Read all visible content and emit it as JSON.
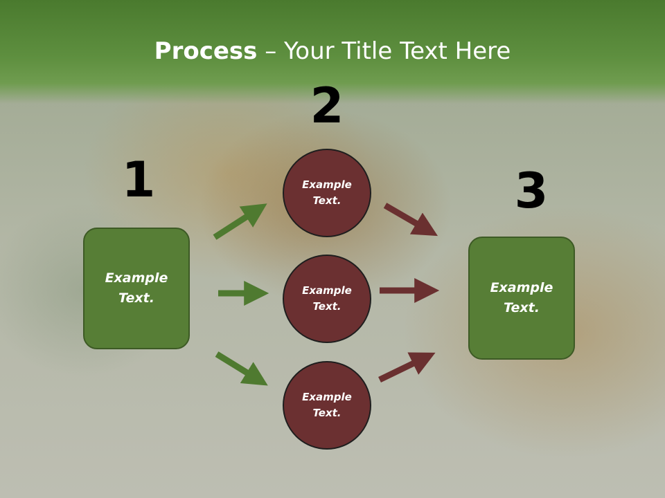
{
  "title": {
    "bold": "Process",
    "dash": " – ",
    "rest": "Your Title Text Here"
  },
  "numbers": {
    "one": "1",
    "two": "2",
    "three": "3"
  },
  "left_box": {
    "label": "Example Text."
  },
  "right_box": {
    "label": "Example Text."
  },
  "circles": [
    {
      "label": "Example Text."
    },
    {
      "label": "Example Text."
    },
    {
      "label": "Example Text."
    }
  ],
  "colors": {
    "header_green": "#5e8f3f",
    "box_green": "#577e36",
    "circle_maroon": "#6b3031",
    "arrow_green": "#4f7a30",
    "arrow_maroon": "#6a3030"
  }
}
